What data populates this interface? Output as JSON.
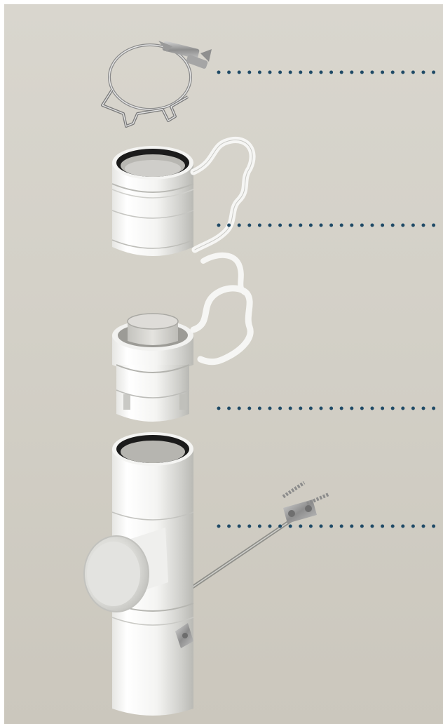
{
  "scene": {
    "background_color": "#d6d3ca",
    "frame_color": "#ffffff",
    "dotted_leader_color": "#1f4a66",
    "components": [
      {
        "name": "wire-hose-clamp",
        "icon": "clamp-icon"
      },
      {
        "name": "coupling-sleeve",
        "icon": "pipe-sleeve-icon"
      },
      {
        "name": "adapter-with-inner-pipe",
        "icon": "adapter-icon"
      },
      {
        "name": "inspection-tee-with-wall-bracket",
        "icon": "tee-pipe-icon"
      }
    ]
  }
}
